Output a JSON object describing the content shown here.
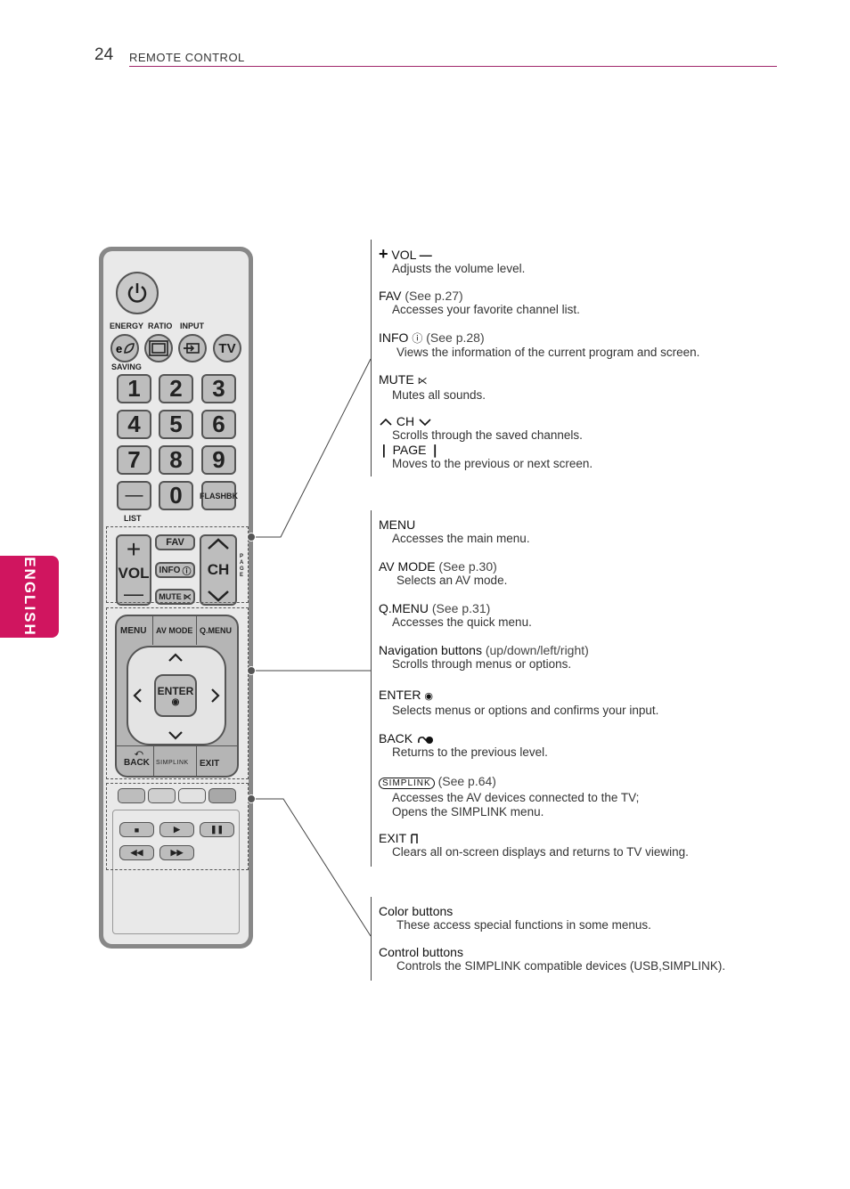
{
  "header": {
    "page_number": "24",
    "section": "REMOTE CONTROL"
  },
  "side_tab": {
    "label": "ENGLISH"
  },
  "remote": {
    "labels": {
      "energy": "ENERGY",
      "ratio": "RATIO",
      "input": "INPUT",
      "saving": "SAVING",
      "tv": "TV",
      "list": "LIST",
      "flashbk": "FLASHBK",
      "dash": "—",
      "fav": "FAV",
      "info": "INFO",
      "mute": "MUTE",
      "vol": "VOL",
      "ch": "CH",
      "page": "PAGE",
      "menu": "MENU",
      "av_mode": "AV MODE",
      "q_menu": "Q.MENU",
      "enter": "ENTER",
      "back": "BACK",
      "simplink": "SIMPLINK",
      "exit": "EXIT"
    },
    "digits": [
      "1",
      "2",
      "3",
      "4",
      "5",
      "6",
      "7",
      "8",
      "9",
      "0"
    ]
  },
  "groups": [
    {
      "entries": [
        {
          "title": "VOL",
          "ref": "",
          "desc": [
            "Adjusts the volume level."
          ]
        },
        {
          "title": "FAV",
          "ref": "(See p.27)",
          "desc": [
            "Accesses your favorite channel list."
          ]
        },
        {
          "title": "INFO",
          "ref": "(See p.28)",
          "desc": [
            "Views the information of the current program and screen."
          ]
        },
        {
          "title": "MUTE",
          "ref": "",
          "desc": [
            "Mutes all sounds."
          ]
        },
        {
          "title": "CH",
          "ref": "",
          "desc": [
            "Scrolls through the saved channels."
          ]
        },
        {
          "title": "PAGE",
          "ref": "",
          "desc": [
            "Moves to the previous or next screen."
          ]
        }
      ]
    },
    {
      "entries": [
        {
          "title": "MENU",
          "ref": "",
          "desc": [
            "Accesses the main menu."
          ]
        },
        {
          "title": "AV MODE",
          "ref": "(See p.30)",
          "desc": [
            "Selects an AV mode."
          ]
        },
        {
          "title": "Q.MENU",
          "ref": "(See p.31)",
          "desc": [
            "Accesses the quick menu."
          ]
        },
        {
          "title": "Navigation buttons",
          "ref": "(up/down/left/right)",
          "desc": [
            "Scrolls through menus or options."
          ]
        },
        {
          "title": "ENTER",
          "ref": "",
          "desc": [
            "Selects menus or options and confirms your input."
          ]
        },
        {
          "title": "BACK",
          "ref": "",
          "desc": [
            "Returns to the previous level."
          ]
        },
        {
          "title": "SIMPLINK",
          "ref": "(See p.64)",
          "desc": [
            "Accesses the AV devices connected to the TV;",
            "Opens the SIMPLINK menu."
          ]
        },
        {
          "title": "EXIT",
          "ref": "",
          "desc": [
            "Clears all on-screen displays and returns to TV viewing."
          ]
        }
      ]
    },
    {
      "entries": [
        {
          "title": "Color buttons",
          "ref": "",
          "desc": [
            "These access special functions in some menus."
          ]
        },
        {
          "title": "Control buttons",
          "ref": "",
          "desc": [
            "Controls the SIMPLINK compatible devices (USB,SIMPLINK)."
          ]
        }
      ]
    }
  ]
}
